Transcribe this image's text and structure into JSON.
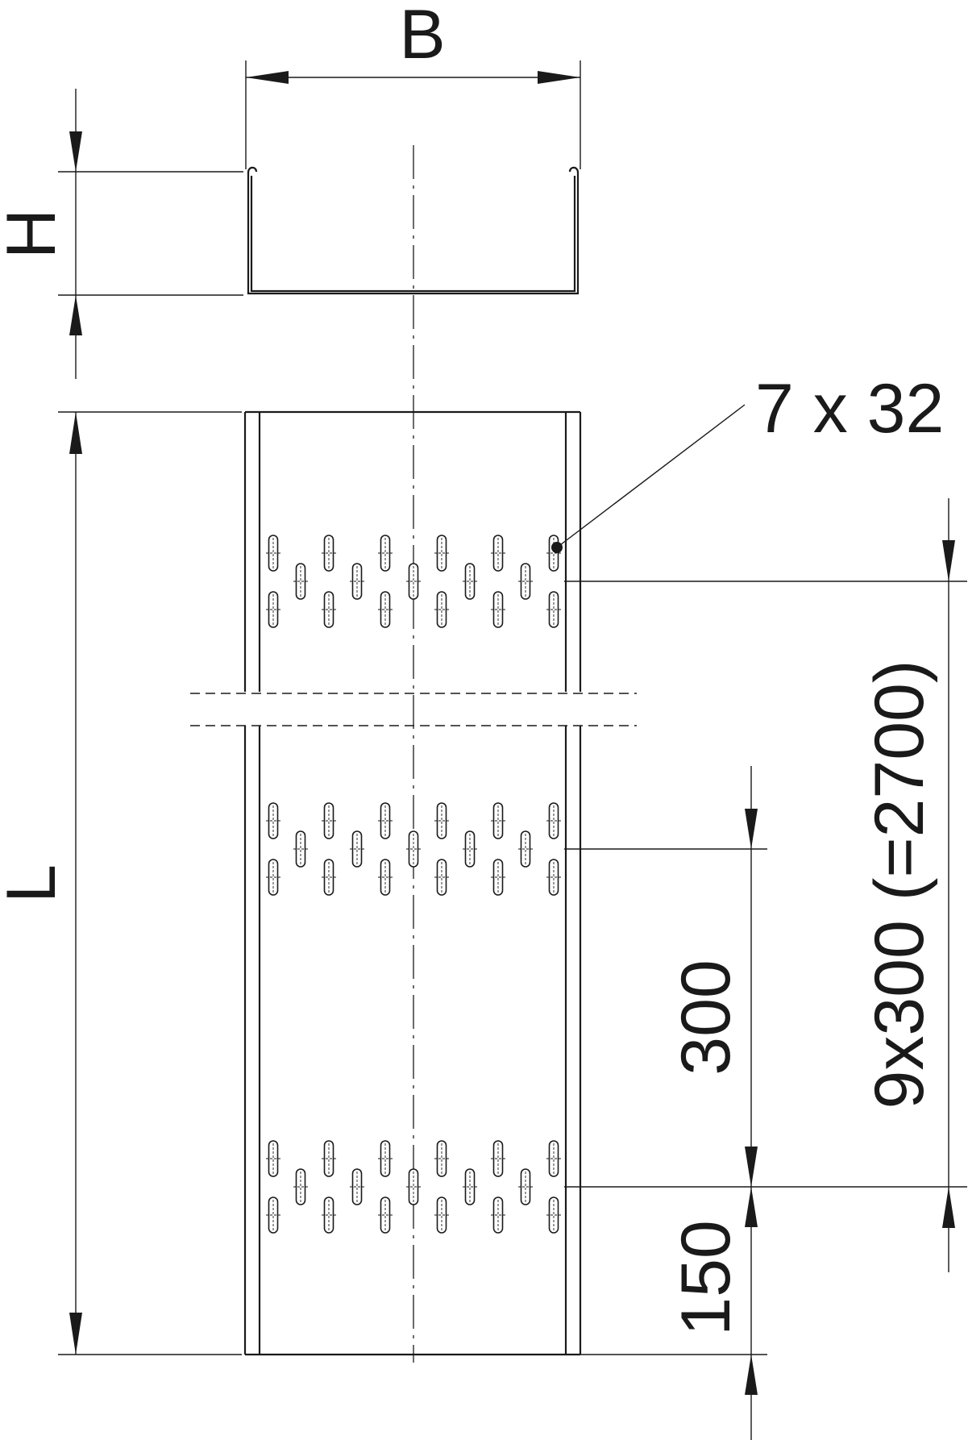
{
  "labels": {
    "width": "B",
    "height": "H",
    "length": "L",
    "slot_size": "7 x 32",
    "pitch_total": "9x300 (=2700)",
    "pitch": "300",
    "end_offset": "150"
  },
  "colors": {
    "line": "#1a1a1a",
    "background": "#ffffff"
  }
}
